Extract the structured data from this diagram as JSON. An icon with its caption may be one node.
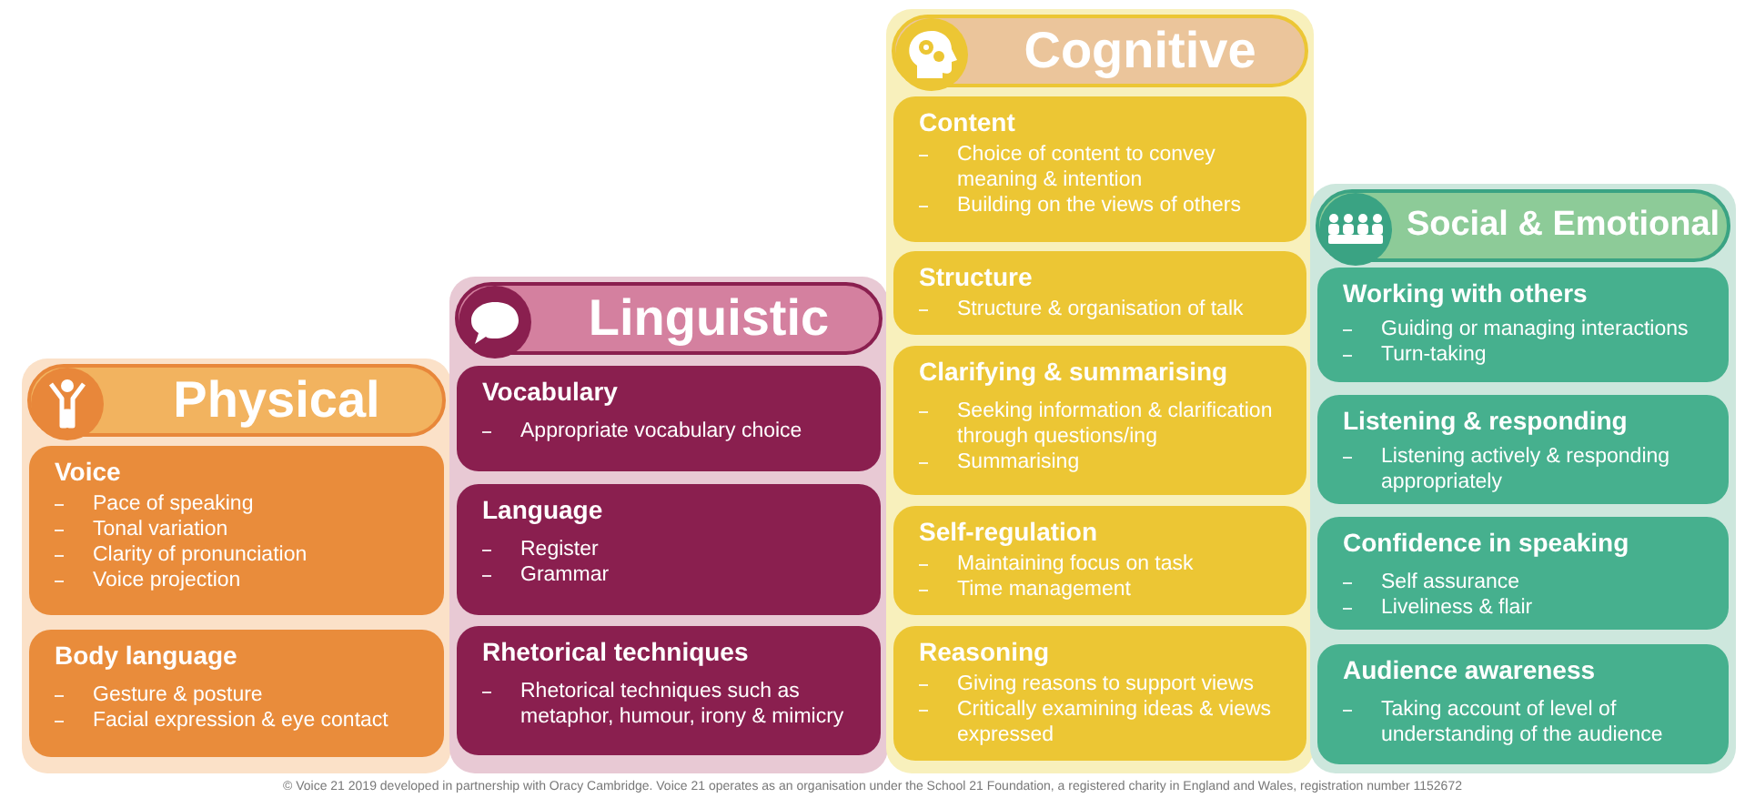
{
  "diagram": {
    "caption": "© Voice 21 2019 developed in partnership with Oracy Cambridge. Voice 21 operates as an organisation under the School 21 Foundation, a registered charity in England and Wales, registration number 1152672",
    "nodes": [
      {
        "text": [
          "Physical"
        ]
      },
      {
        "text": [
          "Voice",
          "Pace of speaking",
          "Tonal variation",
          "Clarity of pronunciation",
          "Voice projection"
        ],
        "in": 0
      },
      {
        "text": [
          "Body language",
          "Gesture & posture",
          "Facial expression & eye contact"
        ],
        "in": 0
      },
      {
        "text": [
          "Linguistic"
        ]
      },
      {
        "text": [
          "Vocabulary",
          "Appropriate vocabulary choice"
        ],
        "in": 3
      },
      {
        "text": [
          "Language",
          "Register",
          "Grammar"
        ],
        "in": 3
      },
      {
        "text": [
          "Rhetorical techniques",
          "Rhetorical techniques such as metaphor, humour, irony & mimicry"
        ],
        "in": 3
      },
      {
        "text": [
          "Cognitive"
        ]
      },
      {
        "text": [
          "Content",
          "Choice of content to convey meaning & intention",
          "Building on the views of others"
        ],
        "in": 7
      },
      {
        "text": [
          "Structure",
          "Structure & organisation of talk"
        ],
        "in": 7
      },
      {
        "text": [
          "Clarifying & summarising",
          "Seeking information & clarification through questions/ing",
          "Summarising"
        ],
        "in": 7
      },
      {
        "text": [
          "Self-regulation",
          "Maintaining focus on task",
          "Time management"
        ],
        "in": 7
      },
      {
        "text": [
          "Reasoning",
          "Giving reasons to support views",
          "Critically examining ideas & views expressed"
        ],
        "in": 7
      },
      {
        "text": [
          "Social & Emotional"
        ]
      },
      {
        "text": [
          "Working with others",
          "Guiding or managing interactions",
          "Turn-taking"
        ],
        "in": 13
      },
      {
        "text": [
          "Listening & responding",
          "Listening actively & responding appropriately"
        ],
        "in": 13
      },
      {
        "text": [
          "Confidence in speaking",
          "Self assurance",
          "Liveliness & flair"
        ],
        "in": 13
      },
      {
        "text": [
          "Audience awareness",
          "Taking account of level of understanding of the audience"
        ],
        "in": 13
      }
    ]
  }
}
